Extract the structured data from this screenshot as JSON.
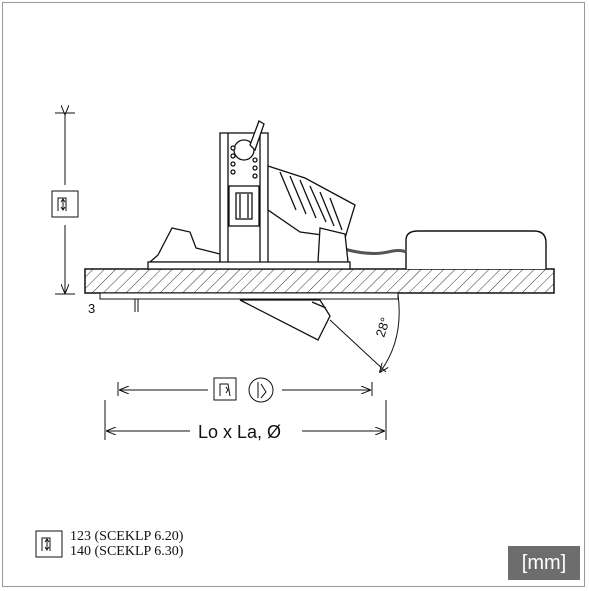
{
  "drawing": {
    "offset_label": "3",
    "tilt_angle_label": "28°",
    "dimension_label": "Lo x La, Ø"
  },
  "legend": {
    "line1": "123 (SCEKLP 6.20)",
    "line2": "140 (SCEKLP 6.30)"
  },
  "units_badge": "[mm]",
  "icons": [
    "height-icon",
    "ceiling-cutout-icon",
    "round-cutout-icon"
  ]
}
